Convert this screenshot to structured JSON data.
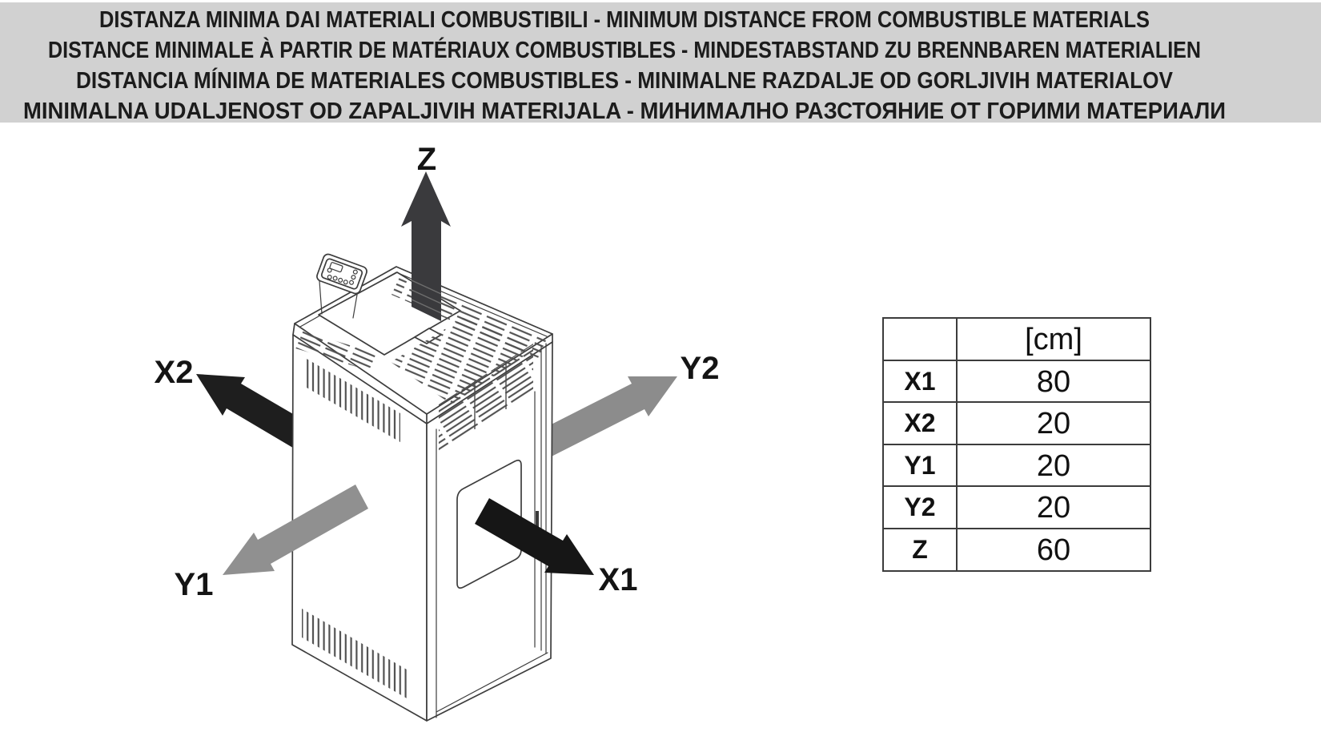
{
  "header": {
    "background": "#d1d1d1",
    "lines": [
      "DISTANZA MINIMA DAI MATERIALI COMBUSTIBILI - MINIMUM DISTANCE FROM COMBUSTIBLE MATERIALS",
      "DISTANCE MINIMALE À PARTIR DE MATÉRIAUX COMBUSTIBLES - MINDESTABSTAND ZU BRENNBAREN MATERIALIEN",
      "DISTANCIA MÍNIMA DE MATERIALES COMBUSTIBLES - MINIMALNE RAZDALJE OD GORLJIVIH MATERIALOV",
      "MINIMALNA UDALJENOST OD ZAPALJIVIH MATERIJALA - МИНИМАЛНО РАЗСТОЯНИЕ ОТ ГОРИМИ МАТЕРИАЛИ"
    ]
  },
  "diagram": {
    "labels": {
      "z": "Z",
      "x2": "X2",
      "y2": "Y2",
      "y1": "Y1",
      "x1": "X1"
    },
    "arrow_colors": {
      "z": "#3a3a3d",
      "x2": "#1e1e1e",
      "y2": "#8c8c8c",
      "y1": "#909090",
      "x1": "#161616"
    }
  },
  "table": {
    "unit_header": "[cm]",
    "rows": [
      {
        "label": "X1",
        "value": "80"
      },
      {
        "label": "X2",
        "value": "20"
      },
      {
        "label": "Y1",
        "value": "20"
      },
      {
        "label": "Y2",
        "value": "20"
      },
      {
        "label": "Z",
        "value": "60"
      }
    ]
  }
}
